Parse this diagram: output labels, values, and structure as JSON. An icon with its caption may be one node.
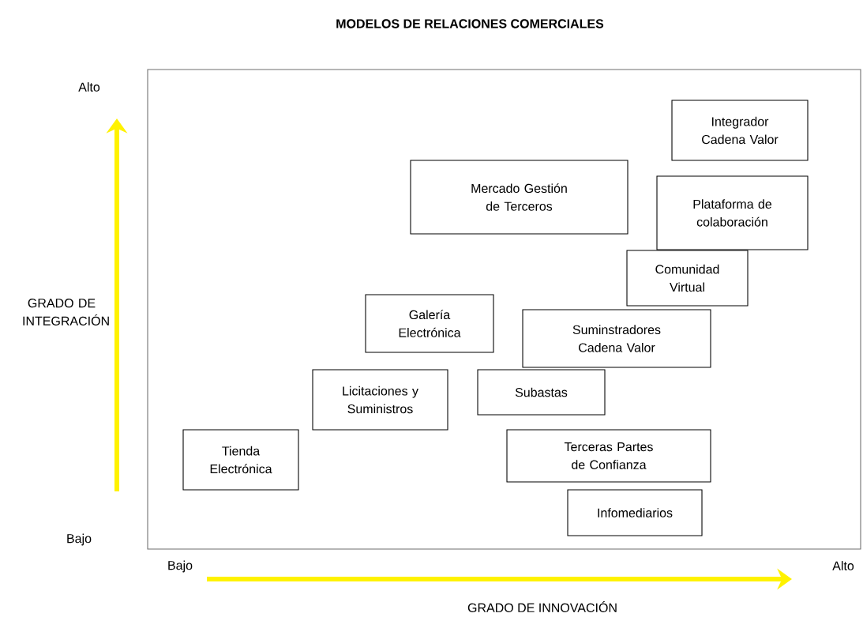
{
  "diagram": {
    "title": "MODELOS DE RELACIONES COMERCIALES",
    "nodes": [
      {
        "text": [
          "Integrador Cadena Valor"
        ]
      },
      {
        "text": [
          "Mercado Gestión de Terceros"
        ]
      },
      {
        "text": [
          "Plataforma de colaboración"
        ]
      },
      {
        "text": [
          "Comunidad Virtual"
        ]
      },
      {
        "text": [
          "Galería Electrónica"
        ]
      },
      {
        "text": [
          "Suminstradores Cadena Valor"
        ]
      },
      {
        "text": [
          "Licitaciones y Suministros"
        ]
      },
      {
        "text": [
          "Subastas"
        ]
      },
      {
        "text": [
          "Tienda Electrónica"
        ]
      },
      {
        "text": [
          "Terceras Partes de Confianza"
        ]
      },
      {
        "text": [
          "Infomediarios"
        ]
      }
    ],
    "labels": [
      "Alto",
      "GRADO DE INTEGRACIÓN",
      "Bajo",
      "Bajo",
      "Alto",
      "GRADO DE INNOVACIÓN"
    ]
  }
}
